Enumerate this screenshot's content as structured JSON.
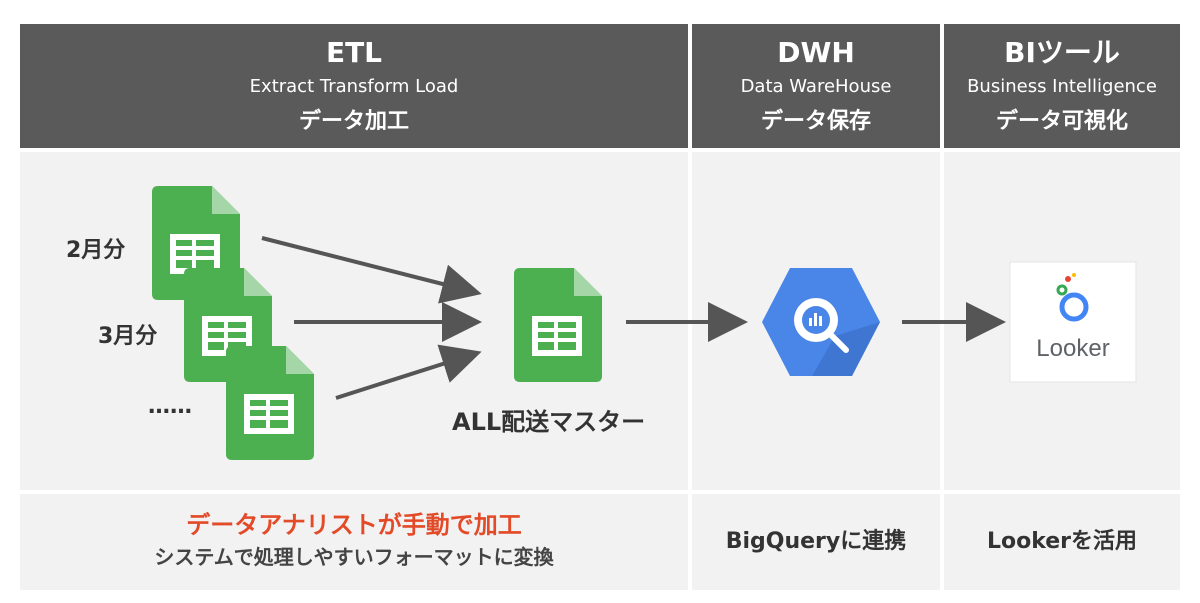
{
  "columns": {
    "etl": {
      "title": "ETL",
      "subtitle": "Extract Transform Load",
      "jp": "データ加工"
    },
    "dwh": {
      "title": "DWH",
      "subtitle": "Data WareHouse",
      "jp": "データ保存"
    },
    "bi": {
      "title": "BIツール",
      "subtitle": "Business Intelligence",
      "jp": "データ可視化"
    }
  },
  "sources": [
    {
      "label": "2月分"
    },
    {
      "label": "3月分"
    },
    {
      "label": "……"
    }
  ],
  "master": {
    "label": "ALL配送マスター"
  },
  "looker": {
    "logo_text": "Looker"
  },
  "footer": {
    "etl_main": "データアナリストが手動で加工",
    "etl_sub": "システムで処理しやすいフォーマットに変換",
    "dwh": "BigQueryに連携",
    "bi": "Lookerを活用"
  },
  "colors": {
    "header_bg": "#5a5a5a",
    "body_bg": "#f2f2f2",
    "sheet_green": "#4caf50",
    "accent_red": "#e24a28",
    "bigquery_blue": "#4a86e8",
    "arrow": "#555555"
  },
  "icons": [
    "google-sheets-icon",
    "bigquery-icon",
    "looker-icon",
    "arrow-icon"
  ]
}
